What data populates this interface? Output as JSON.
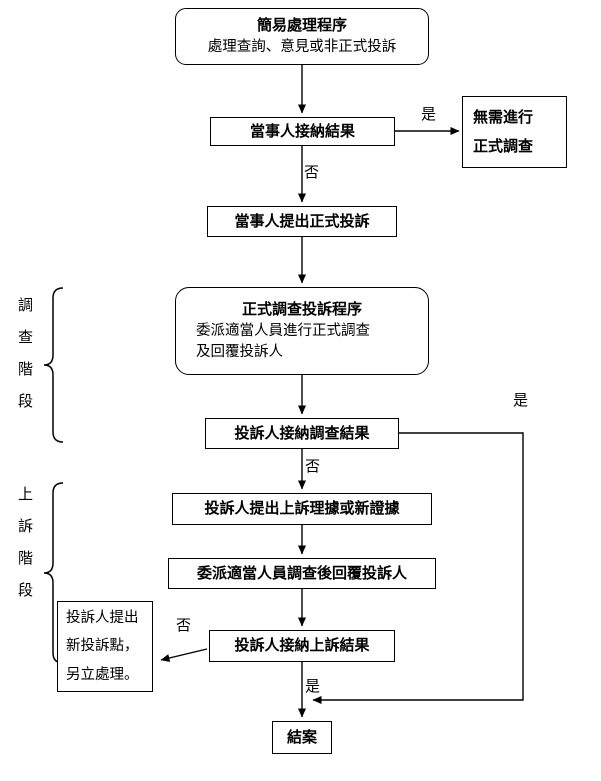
{
  "nodes": {
    "simple_procedure": {
      "title": "簡易處理程序",
      "subtitle": "處理查詢、意見或非正式投訴"
    },
    "party_accepts_result": {
      "label": "當事人接納結果"
    },
    "no_formal_investigation": {
      "line1": "無需進行",
      "line2": "正式調查"
    },
    "party_formal_complaint": {
      "label": "當事人提出正式投訴"
    },
    "formal_procedure": {
      "title": "正式調查投訴程序",
      "line1": "委派適當人員進行正式調查",
      "line2": "及回覆投訴人"
    },
    "complainant_accepts_result": {
      "label": "投訴人接納調查結果"
    },
    "appeal_grounds": {
      "label": "投訴人提出上訴理據或新證據"
    },
    "appeal_reply": {
      "label": "委派適當人員調查後回覆投訴人"
    },
    "complainant_accepts_appeal": {
      "label": "投訴人接納上訴結果"
    },
    "new_complaint_point": {
      "line1": "投訴人提出",
      "line2": "新投訴點，",
      "line3": "另立處理。"
    },
    "case_closed": {
      "label": "結案"
    }
  },
  "edge_labels": {
    "yes_top_right": "是",
    "no_after_accept_result": "否",
    "yes_right_side": "是",
    "no_after_accept_investigation": "否",
    "no_to_new_complaint": "否",
    "yes_before_close": "是"
  },
  "stage_labels": {
    "investigation_stage": "調查階段",
    "appeal_stage": "上訴階段"
  },
  "colors": {
    "line": "#000000",
    "text": "#000000",
    "background": "#ffffff"
  }
}
